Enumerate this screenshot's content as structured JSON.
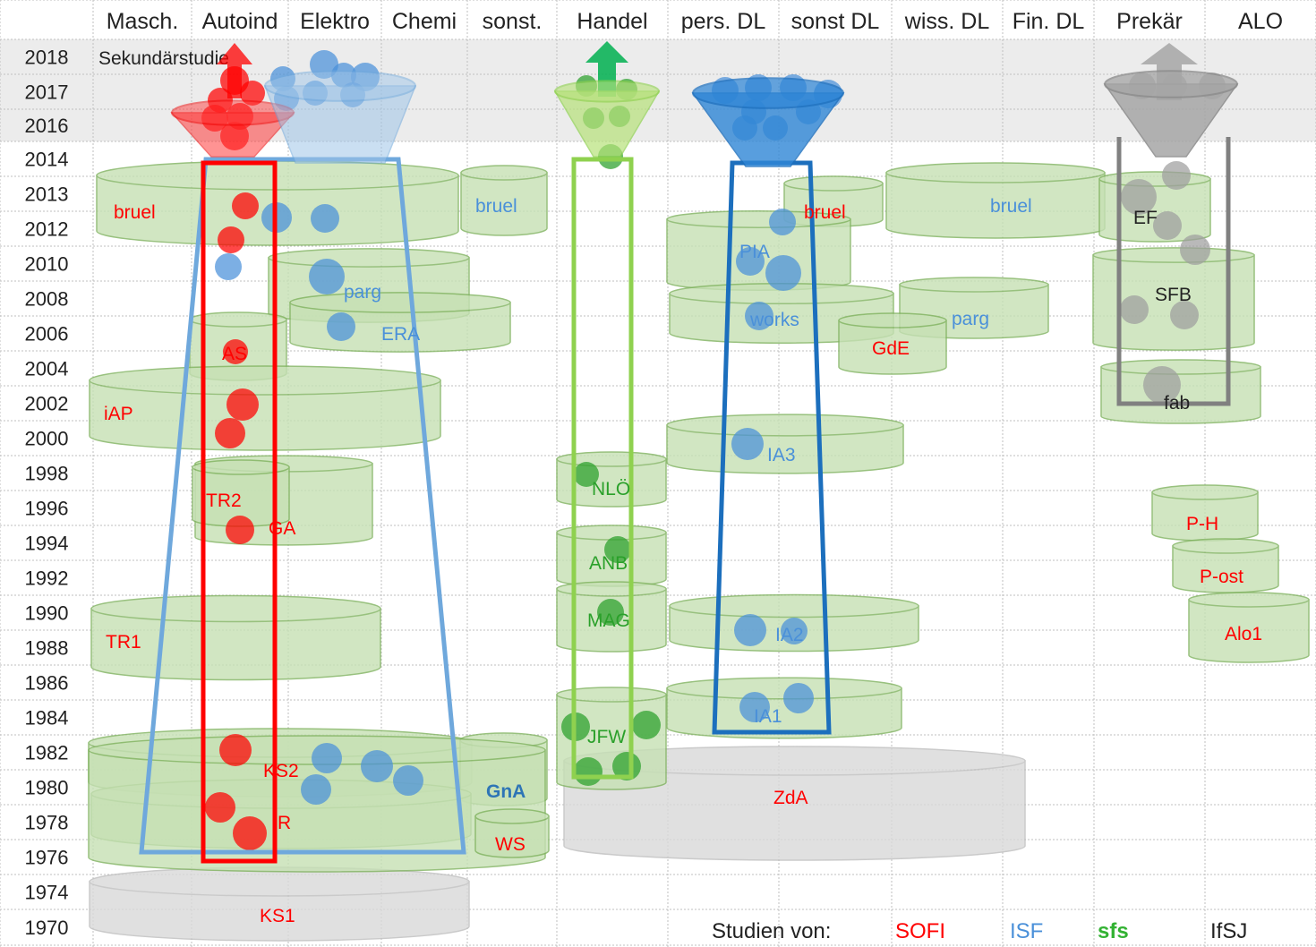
{
  "colors": {
    "sofi": "#ff0000",
    "isf": "#4a90d9",
    "sfs": "#2aa02a",
    "ifsj": "#222222",
    "cyl_fill": "#c6e0b4",
    "cyl_stroke": "#7fb25e",
    "grey_fill": "#d9d9d9",
    "grid": "#bfbfbf",
    "band": "#ececec"
  },
  "columns": [
    "Masch.",
    "Autoind",
    "Elektro",
    "Chemi",
    "sonst.",
    "Handel",
    "pers. DL",
    "sonst DL",
    "wiss. DL",
    "Fin. DL",
    "Prekär",
    "ALO"
  ],
  "years": [
    "2018",
    "2017",
    "2016",
    "2014",
    "2013",
    "2012",
    "2010",
    "2008",
    "2006",
    "2004",
    "2002",
    "2000",
    "1998",
    "1996",
    "1994",
    "1992",
    "1990",
    "1988",
    "1986",
    "1984",
    "1982",
    "1980",
    "1978",
    "1976",
    "1974",
    "1970"
  ],
  "band_label": "Sekundärstudie",
  "studies": [
    {
      "label": "bruel",
      "org": "sofi"
    },
    {
      "label": "bruel",
      "org": "isf"
    },
    {
      "label": "bruel",
      "org": "sofi"
    },
    {
      "label": "bruel",
      "org": "isf"
    },
    {
      "label": "EF",
      "org": "ifsj"
    },
    {
      "label": "PIA",
      "org": "isf"
    },
    {
      "label": "parg",
      "org": "isf"
    },
    {
      "label": "ERA",
      "org": "isf"
    },
    {
      "label": "works",
      "org": "isf"
    },
    {
      "label": "parg",
      "org": "isf"
    },
    {
      "label": "GdE",
      "org": "sofi"
    },
    {
      "label": "SFB",
      "org": "ifsj"
    },
    {
      "label": "AS",
      "org": "sofi"
    },
    {
      "label": "iAP",
      "org": "sofi"
    },
    {
      "label": "fab",
      "org": "ifsj"
    },
    {
      "label": "IA3",
      "org": "isf"
    },
    {
      "label": "TR2",
      "org": "sofi"
    },
    {
      "label": "GA",
      "org": "sofi"
    },
    {
      "label": "NLÖ",
      "org": "sfs"
    },
    {
      "label": "P-H",
      "org": "sofi"
    },
    {
      "label": "ANB",
      "org": "sfs"
    },
    {
      "label": "P-ost",
      "org": "sofi"
    },
    {
      "label": "MAG",
      "org": "sfs"
    },
    {
      "label": "IA2",
      "org": "isf"
    },
    {
      "label": "Alo1",
      "org": "sofi"
    },
    {
      "label": "TR1",
      "org": "sofi"
    },
    {
      "label": "IA1",
      "org": "isf"
    },
    {
      "label": "JFW",
      "org": "sfs"
    },
    {
      "label": "KS2",
      "org": "sofi"
    },
    {
      "label": "GnA",
      "org": "isf"
    },
    {
      "label": "ZdA",
      "org": "sofi"
    },
    {
      "label": "R",
      "org": "sofi"
    },
    {
      "label": "WS",
      "org": "sofi"
    },
    {
      "label": "KS1",
      "org": "sofi"
    }
  ],
  "legend": {
    "title": "Studien von:",
    "items": [
      {
        "label": "SOFI",
        "org": "sofi"
      },
      {
        "label": "ISF",
        "org": "isf"
      },
      {
        "label": "sfs",
        "org": "sfs"
      },
      {
        "label": "IfSJ",
        "org": "ifsj"
      }
    ]
  }
}
